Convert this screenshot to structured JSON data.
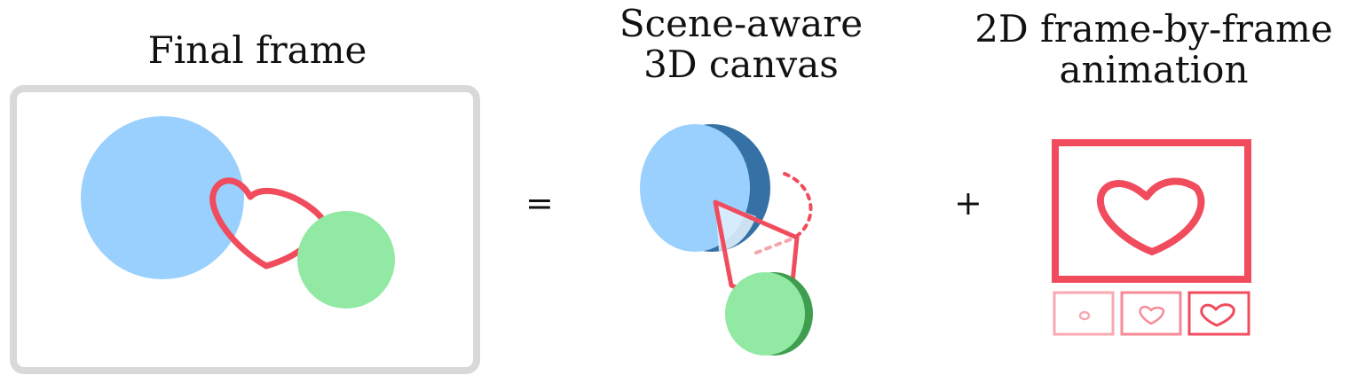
{
  "titles": {
    "final_frame": "Final frame",
    "scene_aware_line1": "Scene-aware",
    "scene_aware_line2": "3D canvas",
    "animation_line1": "2D frame-by-frame",
    "animation_line2": "animation"
  },
  "operators": {
    "equals": "=",
    "plus": "+"
  },
  "colors": {
    "frame_border": "#d9d9d9",
    "blue_sphere": "#9ad0fd",
    "blue_sphere_shade": "#3571a4",
    "green_sphere": "#92e9a4",
    "green_sphere_shade": "#3f9d50",
    "heart": "#f04c5d"
  }
}
